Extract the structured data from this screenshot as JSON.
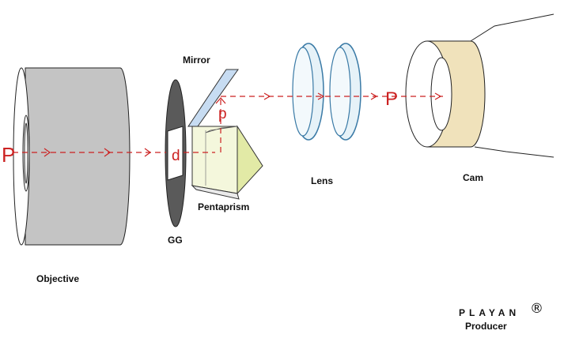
{
  "labels": {
    "mirror": "Mirror",
    "lens": "Lens",
    "cam": "Cam",
    "gg": "GG",
    "pentaprism": "Pentaprism",
    "objective": "Objective",
    "brand": "PLAYAN",
    "producer": "Producer",
    "registered_symbol": "®"
  },
  "glyphs": {
    "object": "P",
    "image_on_ground_glass": "d",
    "image_after_mirror": "p",
    "image_at_camera": "P"
  },
  "colors": {
    "ray": "#cc2222",
    "objective_body": "#c4c4c4",
    "ground_glass": "#5a5a5a",
    "cam_ring": "#f0e2bb",
    "lens_edge": "#3a7aa6",
    "lens_fill": "#e6f2f8",
    "mirror_fill": "#c7dcf2",
    "prism_face": "#f0f4c8"
  }
}
